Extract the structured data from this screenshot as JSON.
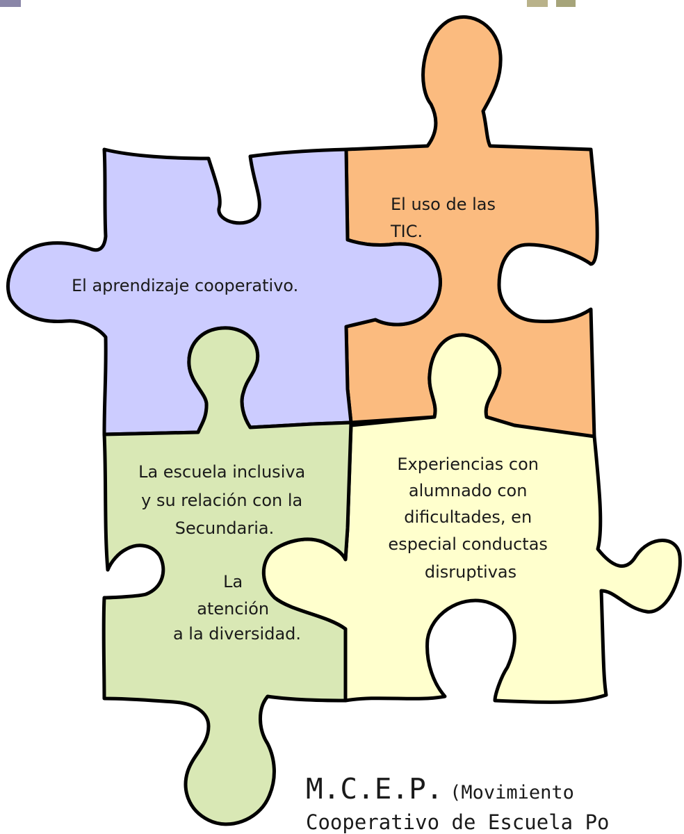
{
  "colors": {
    "purple": "#ccccff",
    "orange": "#fbbb7f",
    "green": "#d9e8b5",
    "yellow": "#ffffcd",
    "outline": "#000000"
  },
  "pieces": {
    "purple": {
      "text": "El aprendizaje cooperativo."
    },
    "orange": {
      "lines": [
        "El uso de las",
        "TIC."
      ]
    },
    "green_top": {
      "lines": [
        "La escuela inclusiva",
        "y su relación con la",
        "Secundaria."
      ]
    },
    "green_bottom": {
      "lines": [
        "La",
        "atención",
        "a la diversidad."
      ]
    },
    "yellow": {
      "lines": [
        "Experiencias con",
        "alumnado con",
        "dificultades, en",
        "especial conductas",
        "disruptivas"
      ]
    }
  },
  "footer": {
    "acronym": "M.C.E.P.",
    "line1_rest": "(Movimiento",
    "line2": "Cooperativo de Escuela Po"
  }
}
